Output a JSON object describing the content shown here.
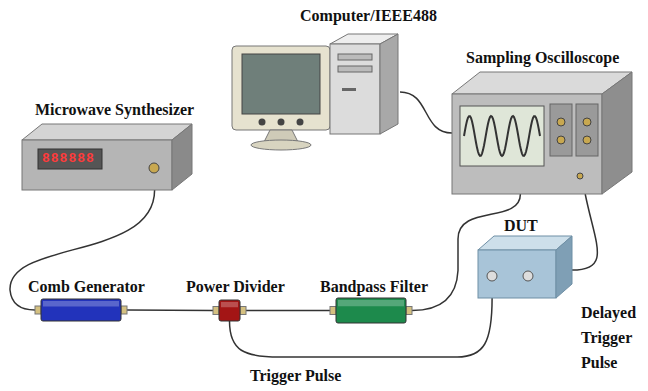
{
  "diagram": {
    "nodes": [
      {
        "text": [
          "Computer/IEEE488"
        ]
      },
      {
        "text": [
          "Sampling Oscilloscope"
        ]
      },
      {
        "text": [
          "Microwave Synthesizer",
          "888888"
        ]
      },
      {
        "text": [
          "DUT"
        ]
      },
      {
        "text": [
          "Comb Generator"
        ]
      },
      {
        "text": [
          "Power Divider"
        ]
      },
      {
        "text": [
          "Bandpass Filter"
        ]
      }
    ],
    "edges": [
      {
        "from": 2,
        "to": 4,
        "arrow": "none"
      },
      {
        "from": 4,
        "to": 5,
        "arrow": "none"
      },
      {
        "from": 5,
        "to": 6,
        "arrow": "none"
      },
      {
        "from": 6,
        "to": 1,
        "arrow": "none"
      },
      {
        "from": 5,
        "to": 3,
        "label": "Trigger Pulse",
        "arrow": "none"
      },
      {
        "from": 3,
        "to": 1,
        "label": "Delayed Trigger Pulse",
        "arrow": "none"
      },
      {
        "from": 0,
        "to": 1,
        "arrow": "none"
      }
    ]
  }
}
